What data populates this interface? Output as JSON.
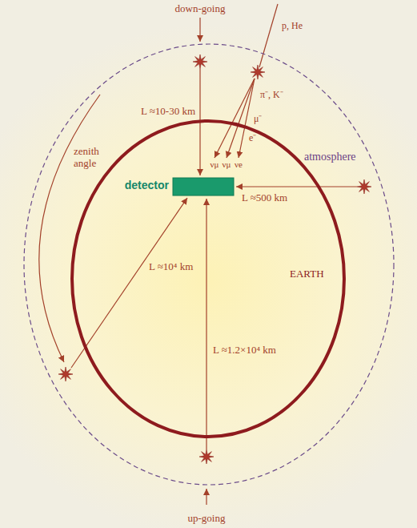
{
  "diagram": {
    "nodes": [
      {
        "text": [
          "atmosphere"
        ]
      },
      {
        "text": [
          "EARTH"
        ],
        "in": 0
      },
      {
        "text": [
          "detector"
        ],
        "in": 1
      }
    ],
    "labels": [
      "down-going",
      "p, He",
      "π⁻, K⁻",
      "μ⁻",
      "e⁻",
      "L ≈10-30 km",
      "νμ",
      "νμ",
      "νe",
      "zenith angle",
      "L ≈500 km",
      "L ≈10⁴ km",
      "L ≈1.2×10⁴ km",
      "up-going"
    ]
  }
}
